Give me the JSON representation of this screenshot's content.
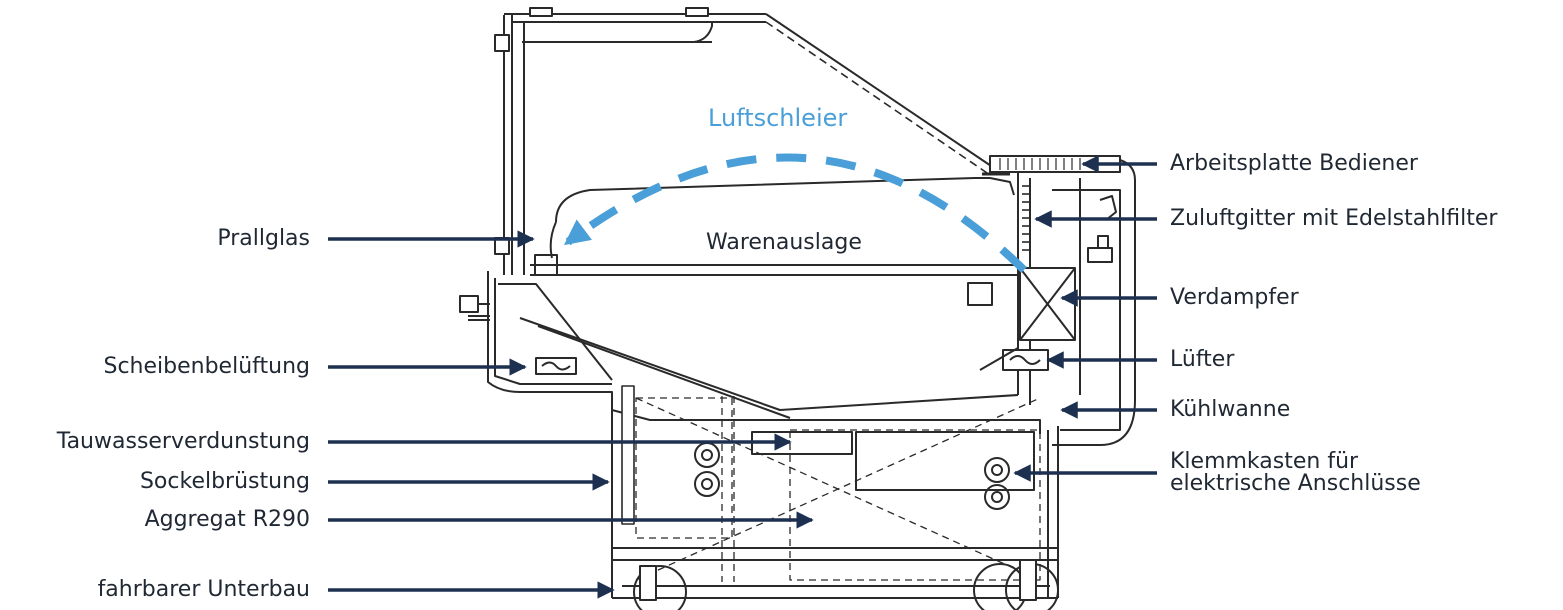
{
  "diagram": {
    "air_curtain_label": "Luftschleier",
    "display_label": "Warenauslage",
    "left_labels": [
      {
        "id": "prallglas",
        "text": "Prallglas"
      },
      {
        "id": "scheibenbeluftung",
        "text": "Scheibenbelüftung"
      },
      {
        "id": "tauwasser",
        "text": "Tauwasserverdunstung"
      },
      {
        "id": "sockel",
        "text": "Sockelbrüstung"
      },
      {
        "id": "aggregat",
        "text": "Aggregat R290"
      },
      {
        "id": "unterbau",
        "text": "fahrbarer Unterbau"
      }
    ],
    "right_labels": [
      {
        "id": "arbeitsplatte",
        "text": "Arbeitsplatte Bediener"
      },
      {
        "id": "zuluft",
        "text": "Zuluftgitter mit Edelstahlfilter"
      },
      {
        "id": "verdampfer",
        "text": "Verdampfer"
      },
      {
        "id": "lufter",
        "text": "Lüfter"
      },
      {
        "id": "kuhlwanne",
        "text": "Kühlwanne"
      }
    ],
    "klemmkasten_lines": [
      "Klemmkasten für",
      "elektrische Anschlüsse"
    ],
    "colors": {
      "arrow": "#1e3050",
      "air_curtain": "#4a9fd8",
      "drawing": "#2a2a2a",
      "text": "#1f2833"
    }
  }
}
